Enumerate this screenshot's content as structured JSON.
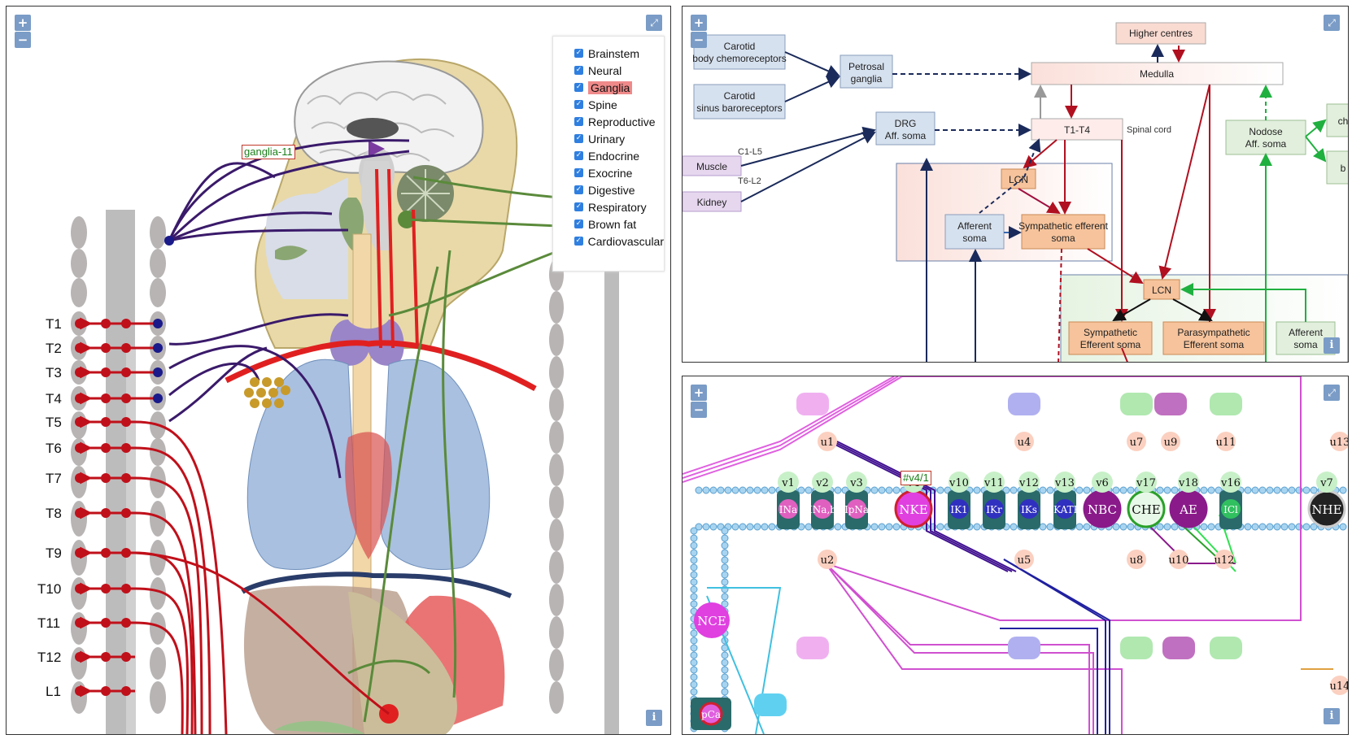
{
  "left_panel": {
    "zoom_in": "+",
    "zoom_out": "−",
    "fullscreen": "⤢",
    "info": "i",
    "tooltip": "ganglia-11",
    "legend": [
      {
        "label": "Brainstem",
        "checked": true
      },
      {
        "label": "Neural",
        "checked": true
      },
      {
        "label": "Ganglia",
        "checked": true,
        "highlight": true
      },
      {
        "label": "Spine",
        "checked": true
      },
      {
        "label": "Reproductive",
        "checked": true
      },
      {
        "label": "Urinary",
        "checked": true
      },
      {
        "label": "Endocrine",
        "checked": true
      },
      {
        "label": "Exocrine",
        "checked": true
      },
      {
        "label": "Digestive",
        "checked": true
      },
      {
        "label": "Respiratory",
        "checked": true
      },
      {
        "label": "Brown fat",
        "checked": true
      },
      {
        "label": "Cardiovascular",
        "checked": true
      }
    ],
    "spine_levels": [
      "T1",
      "T2",
      "T3",
      "T4",
      "T5",
      "T6",
      "T7",
      "T8",
      "T9",
      "T10",
      "T11",
      "T12",
      "L1"
    ]
  },
  "top_right_panel": {
    "zoom_in": "+",
    "zoom_out": "−",
    "fullscreen": "⤢",
    "info": "i",
    "boxes": {
      "carotid_body": "Carotid body chemoreceptors",
      "carotid_sinus": "Carotid sinus baroreceptors",
      "petrosal": "Petrosal ganglia",
      "higher": "Higher centres",
      "medulla": "Medulla",
      "drg": "DRG Aff. soma",
      "t1t4": "T1-T4",
      "spinal_cord": "Spinal cord",
      "nodose": "Nodose Aff. soma",
      "muscle": "Muscle",
      "kidney": "Kidney",
      "lcn1": "LCN",
      "afferent1": "Afferent soma",
      "symp_eff1": "Sympathetic efferent soma",
      "lcn2": "LCN",
      "symp_eff2": "Sympathetic Efferent soma",
      "para_eff": "Parasympathetic Efferent soma",
      "afferent2": "Afferent soma",
      "c1l5": "C1-L5",
      "t6l2": "T6-L2",
      "cut1": "ch",
      "cut2": "b"
    }
  },
  "bottom_right_panel": {
    "zoom_in": "+",
    "zoom_out": "−",
    "fullscreen": "⤢",
    "info": "i",
    "tooltip": "#v4/1",
    "channels": [
      "I_Na",
      "I_Na,b",
      "I_pNa",
      "NKE",
      "I_K1",
      "I_Kr",
      "I_Ks",
      "I_KATP",
      "NBC",
      "CHE",
      "AE",
      "I_Cl",
      "NHE"
    ],
    "nodes_u": [
      "u1",
      "u4",
      "u7",
      "u9",
      "u11",
      "u13",
      "u2",
      "u5",
      "u8",
      "u10",
      "u12",
      "u14"
    ],
    "nodes_v": [
      "v1",
      "v2",
      "v3",
      "v4",
      "v10",
      "v11",
      "v12",
      "v13",
      "v6",
      "v17",
      "v18",
      "v16",
      "v7"
    ],
    "ncx": "NCE",
    "pca": "pCa"
  },
  "colors": {
    "ui_button": "#7a9cc6",
    "accent_red": "#c0392b",
    "checkbox": "#2f7fe0"
  }
}
